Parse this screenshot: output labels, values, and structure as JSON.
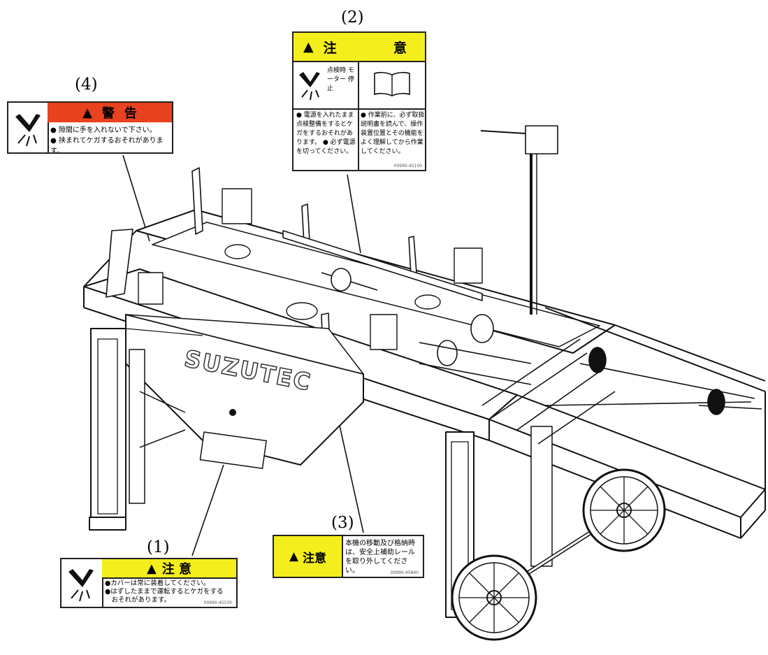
{
  "callouts": {
    "n1": "(1)",
    "n2": "(2)",
    "n3": "(3)",
    "n4": "(4)"
  },
  "brand": "SUZUTEC",
  "label4": {
    "header_symbol": "▲",
    "header_a": "警",
    "header_b": "告",
    "line1": "● 隙間に手を入れないで下さい。",
    "line2": "● 挟まれてケガするおそれがあります。"
  },
  "label2": {
    "header_symbol": "▲",
    "header_a": "注",
    "header_b": "意",
    "icon_text": "点検時 モーター 停止",
    "left_text": "● 電源を入れたまま点検整備をするとケガをするおそれがあります。 ● 必ず電源を切ってください。",
    "right_text": "● 作業前に、必ず取扱説明書を読んで、操作装置位置とその機能をよく理解してから作業してください。",
    "code": "00990-45100"
  },
  "label3": {
    "header_symbol": "▲",
    "header_text": "注意",
    "body": "本機の移動及び格納時は、安全上補助レールを取り外してください。",
    "code": "00990-45840"
  },
  "label1": {
    "header_symbol": "▲",
    "header_text": "注 意",
    "line1": "●カバーは常に装着してください。",
    "line2": "●はずしたままで運転するとケガをする",
    "line3": "　おそれがあります。",
    "code": "00990-45530"
  }
}
